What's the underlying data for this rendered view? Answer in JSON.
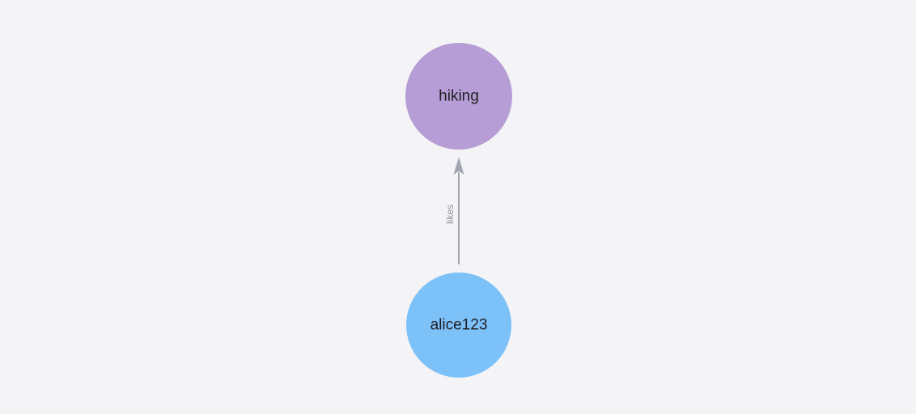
{
  "canvas": {
    "background_color": "#f4f4f6"
  },
  "graph": {
    "type": "directed-node-link-graph",
    "nodes": [
      {
        "id": "hiking",
        "label": "hiking",
        "color": "#b79dd5",
        "text_color": "#1f1f23"
      },
      {
        "id": "alice123",
        "label": "alice123",
        "color": "#7dc1f9",
        "text_color": "#1f1f23"
      }
    ],
    "edges": [
      {
        "from": "alice123",
        "to": "hiking",
        "label": "likes",
        "color": "#a2a6b0",
        "label_color": "#8d929d"
      }
    ]
  }
}
